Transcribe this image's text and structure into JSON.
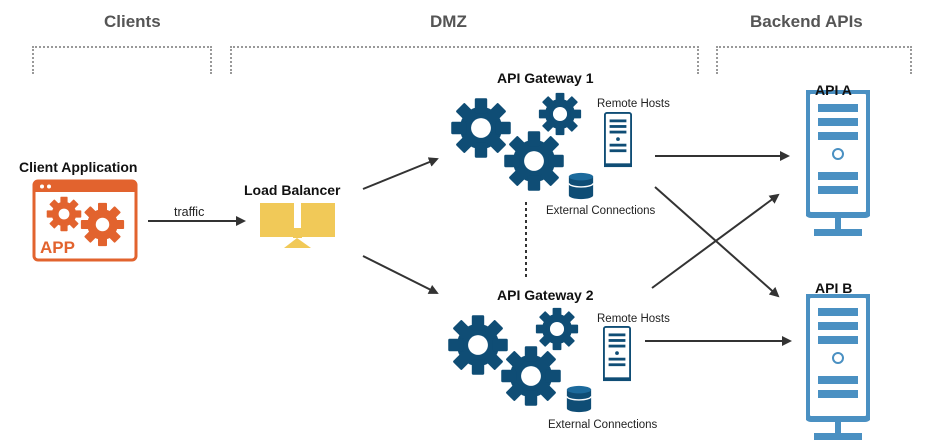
{
  "zones": {
    "clients": "Clients",
    "dmz": "DMZ",
    "backend": "Backend APIs"
  },
  "client": {
    "label": "Client Application",
    "app_text": "APP",
    "traffic": "traffic"
  },
  "load_balancer": {
    "label": "Load Balancer"
  },
  "gateways": [
    {
      "label": "API Gateway 1",
      "remote": "Remote Hosts",
      "external": "External Connections"
    },
    {
      "label": "API Gateway 2",
      "remote": "Remote Hosts",
      "external": "External Connections"
    }
  ],
  "apis": [
    {
      "label": "API A"
    },
    {
      "label": "API B"
    }
  ],
  "colors": {
    "gear_blue": "#0f4d75",
    "app_orange": "#e2632e",
    "balancer_yellow": "#f1c958",
    "server_blue": "#4a90c2",
    "arrow": "#333333"
  },
  "icons": [
    "gear-icon",
    "server-icon",
    "database-icon",
    "app-window-icon",
    "balance-scale-icon"
  ]
}
